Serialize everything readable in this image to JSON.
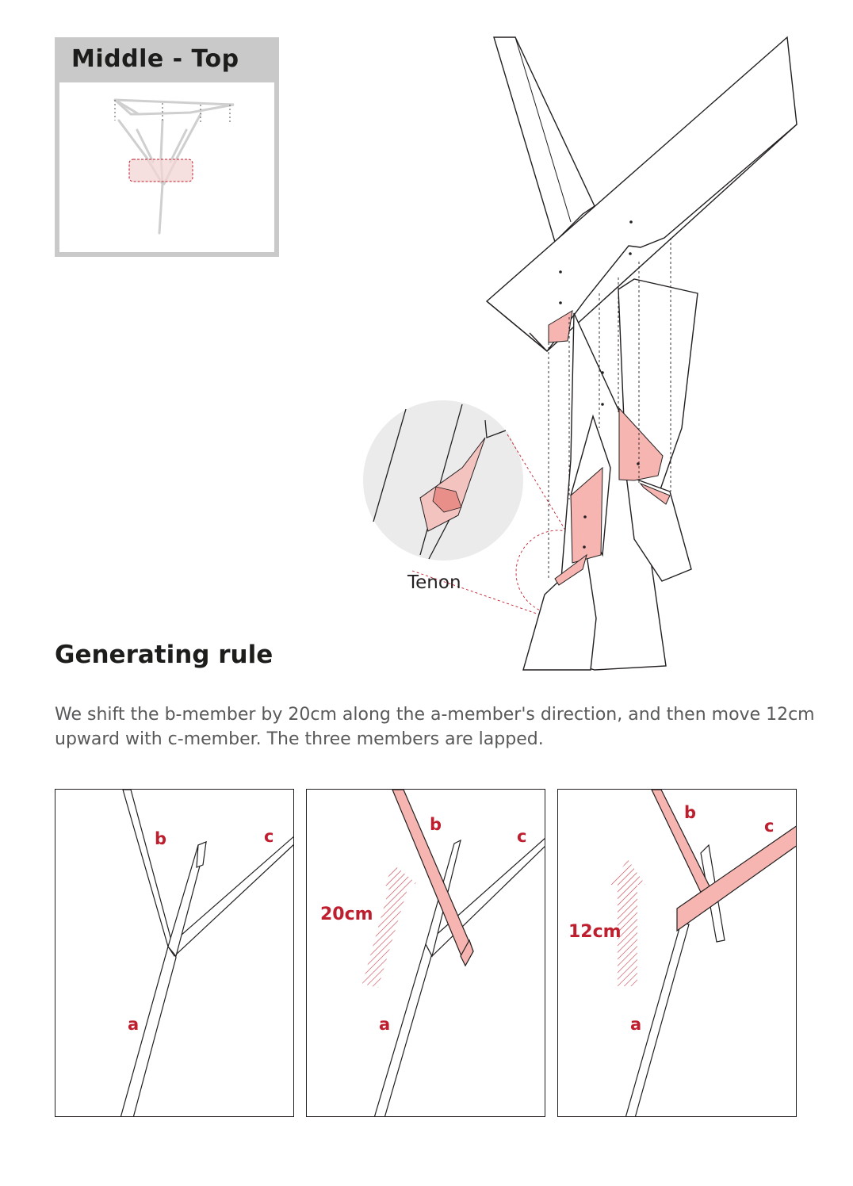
{
  "thumbnail": {
    "title": "Middle - Top"
  },
  "detail": {
    "callout_label": "Tenon"
  },
  "section": {
    "heading": "Generating rule",
    "description": "We shift the b-member by 20cm along the a-member's direction, and then move 12cm upward  with c-member. The three members are lapped."
  },
  "panels": [
    {
      "labels": {
        "a": "a",
        "b": "b",
        "c": "c"
      },
      "dimension": ""
    },
    {
      "labels": {
        "a": "a",
        "b": "b",
        "c": "c"
      },
      "dimension": "20cm"
    },
    {
      "labels": {
        "a": "a",
        "b": "b",
        "c": "c"
      },
      "dimension": "12cm"
    }
  ],
  "colors": {
    "accent": "#be1e2d",
    "highlight_fill": "#f6b5b0",
    "frame_gray": "#c9c9c9"
  }
}
